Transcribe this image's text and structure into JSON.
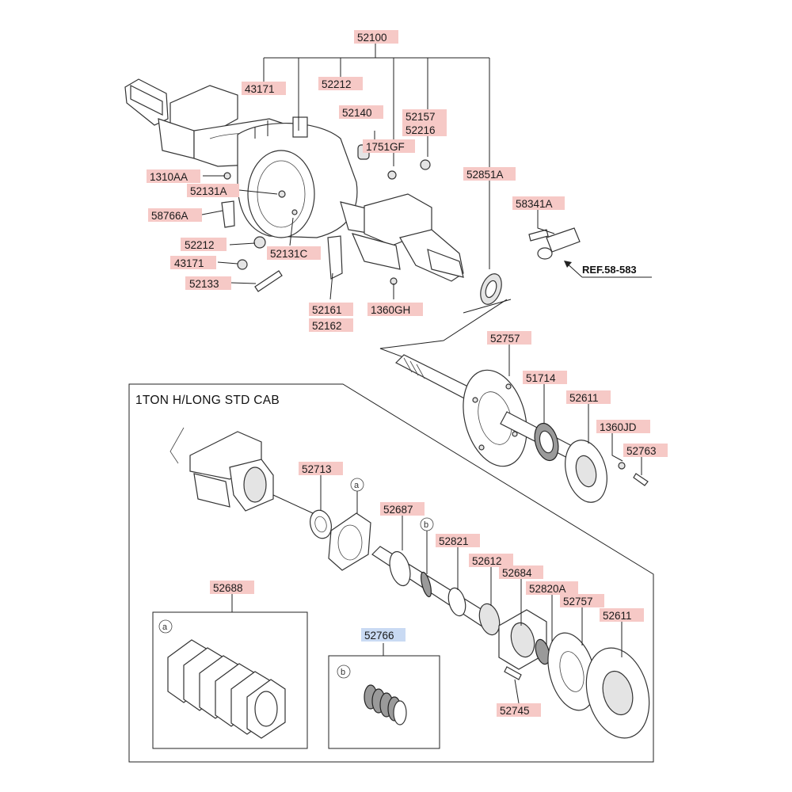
{
  "title": "1TON H/LONG STD CAB",
  "ref_text": "REF.58-583",
  "colors": {
    "label_bg": "#f6c9c6",
    "selected_label_bg": "#c9daf3"
  },
  "labels": {
    "p52100": "52100",
    "p43171_top": "43171",
    "p52212_top": "52212",
    "p52140": "52140",
    "p52157": "52157",
    "p52216": "52216",
    "p1751GF": "1751GF",
    "p52851A": "52851A",
    "p1310AA": "1310AA",
    "p52131A": "52131A",
    "p58766A": "58766A",
    "p58341A": "58341A",
    "p52212_mid": "52212",
    "p52131C": "52131C",
    "p43171_mid": "43171",
    "p52133": "52133",
    "p52161": "52161",
    "p52162": "52162",
    "p1360GH": "1360GH",
    "p52757_top": "52757",
    "p51714": "51714",
    "p52611_top": "52611",
    "p1360JD": "1360JD",
    "p52763": "52763",
    "p52713": "52713",
    "p52687": "52687",
    "p52821": "52821",
    "p52612": "52612",
    "p52684": "52684",
    "p52820A": "52820A",
    "p52757_bot": "52757",
    "p52611_bot": "52611",
    "p52688": "52688",
    "p52766": "52766",
    "p52745": "52745"
  },
  "callouts": {
    "a1": "a",
    "b1": "b",
    "a2": "a",
    "b2": "b"
  }
}
